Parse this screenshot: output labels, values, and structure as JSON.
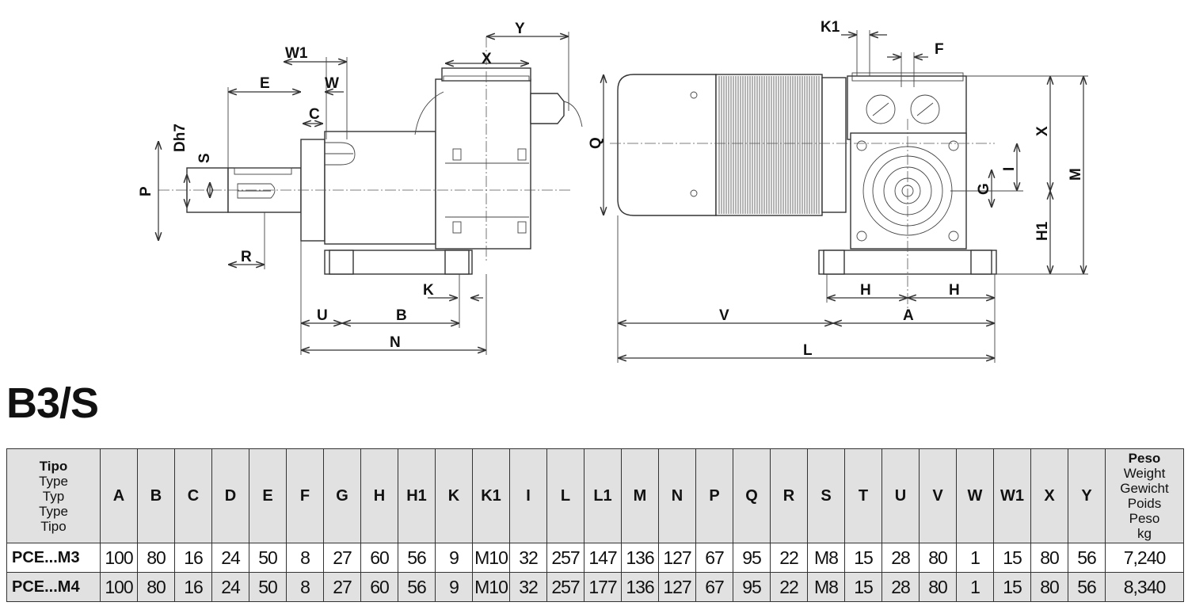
{
  "drawing_labels": {
    "W1": "W1",
    "E": "E",
    "W": "W",
    "C": "C",
    "Dh7": "Dh7",
    "S": "S",
    "P": "P",
    "R": "R",
    "X": "X",
    "Y": "Y",
    "K": "K",
    "U": "U",
    "B": "B",
    "N": "N",
    "K1": "K1",
    "F": "F",
    "Q": "Q",
    "I": "I",
    "G": "G",
    "M": "M",
    "H1": "H1",
    "H": "H",
    "V": "V",
    "A": "A",
    "L": "L"
  },
  "section_title": "B3/S",
  "table": {
    "type_header": [
      "Tipo",
      "Type",
      "Typ",
      "Type",
      "Tipo"
    ],
    "weight_header": [
      "Peso",
      "Weight",
      "Gewicht",
      "Poids",
      "Peso",
      "kg"
    ],
    "columns": [
      "A",
      "B",
      "C",
      "D",
      "E",
      "F",
      "G",
      "H",
      "H1",
      "K",
      "K1",
      "I",
      "L",
      "L1",
      "M",
      "N",
      "P",
      "Q",
      "R",
      "S",
      "T",
      "U",
      "V",
      "W",
      "W1",
      "X",
      "Y"
    ],
    "rows": [
      {
        "type": "PCE...M3",
        "values": [
          "100",
          "80",
          "16",
          "24",
          "50",
          "8",
          "27",
          "60",
          "56",
          "9",
          "M10",
          "32",
          "257",
          "147",
          "136",
          "127",
          "67",
          "95",
          "22",
          "M8",
          "15",
          "28",
          "80",
          "1",
          "15",
          "80",
          "56"
        ],
        "weight": "7,240"
      },
      {
        "type": "PCE...M4",
        "values": [
          "100",
          "80",
          "16",
          "24",
          "50",
          "8",
          "27",
          "60",
          "56",
          "9",
          "M10",
          "32",
          "257",
          "177",
          "136",
          "127",
          "67",
          "95",
          "22",
          "M8",
          "15",
          "28",
          "80",
          "1",
          "15",
          "80",
          "56"
        ],
        "weight": "8,340"
      }
    ]
  }
}
